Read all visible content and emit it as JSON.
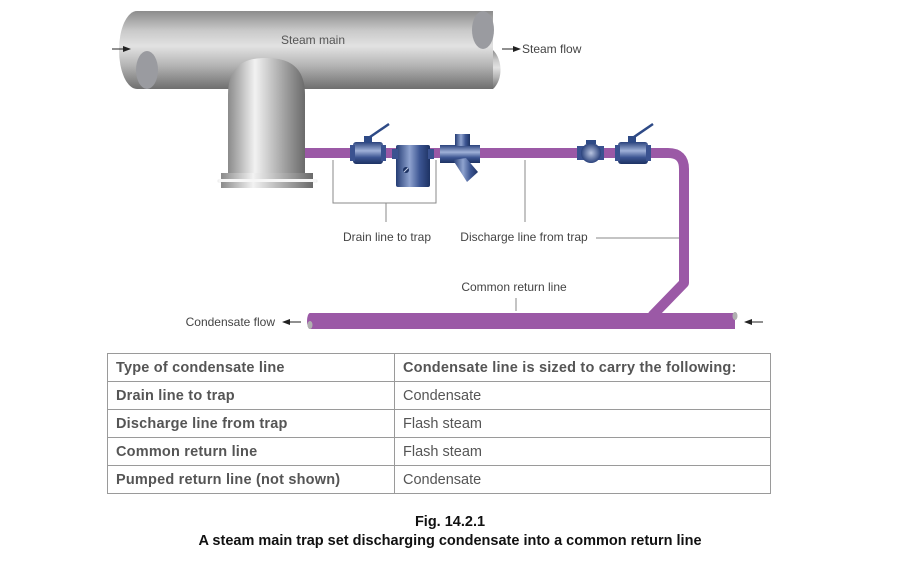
{
  "diagram": {
    "labels": {
      "steam_main": "Steam main",
      "steam_flow": "Steam flow",
      "drain_line": "Drain line to trap",
      "discharge_line": "Discharge line from trap",
      "common_return": "Common return line",
      "condensate_flow": "Condensate flow"
    },
    "colors": {
      "condensate_pipe": "#9b59a6",
      "steam_pipe": "#a0a0a0",
      "valve_blue": "#2e4a86",
      "valve_handle": "#e8302a",
      "leader_line": "#8a8a8a"
    },
    "components": [
      "isolation-valve",
      "strainer",
      "steam-trap",
      "check-valve",
      "isolation-valve"
    ]
  },
  "table": {
    "headers": [
      "Type of condensate line",
      "Condensate line is sized to carry the following:"
    ],
    "rows": [
      [
        "Drain line to trap",
        "Condensate"
      ],
      [
        "Discharge line from trap",
        "Flash steam"
      ],
      [
        "Common return line",
        "Flash steam"
      ],
      [
        "Pumped return line (not shown)",
        "Condensate"
      ]
    ]
  },
  "caption": {
    "fig_number": "Fig. 14.2.1",
    "title": "A steam main trap set discharging condensate into a common return line"
  }
}
